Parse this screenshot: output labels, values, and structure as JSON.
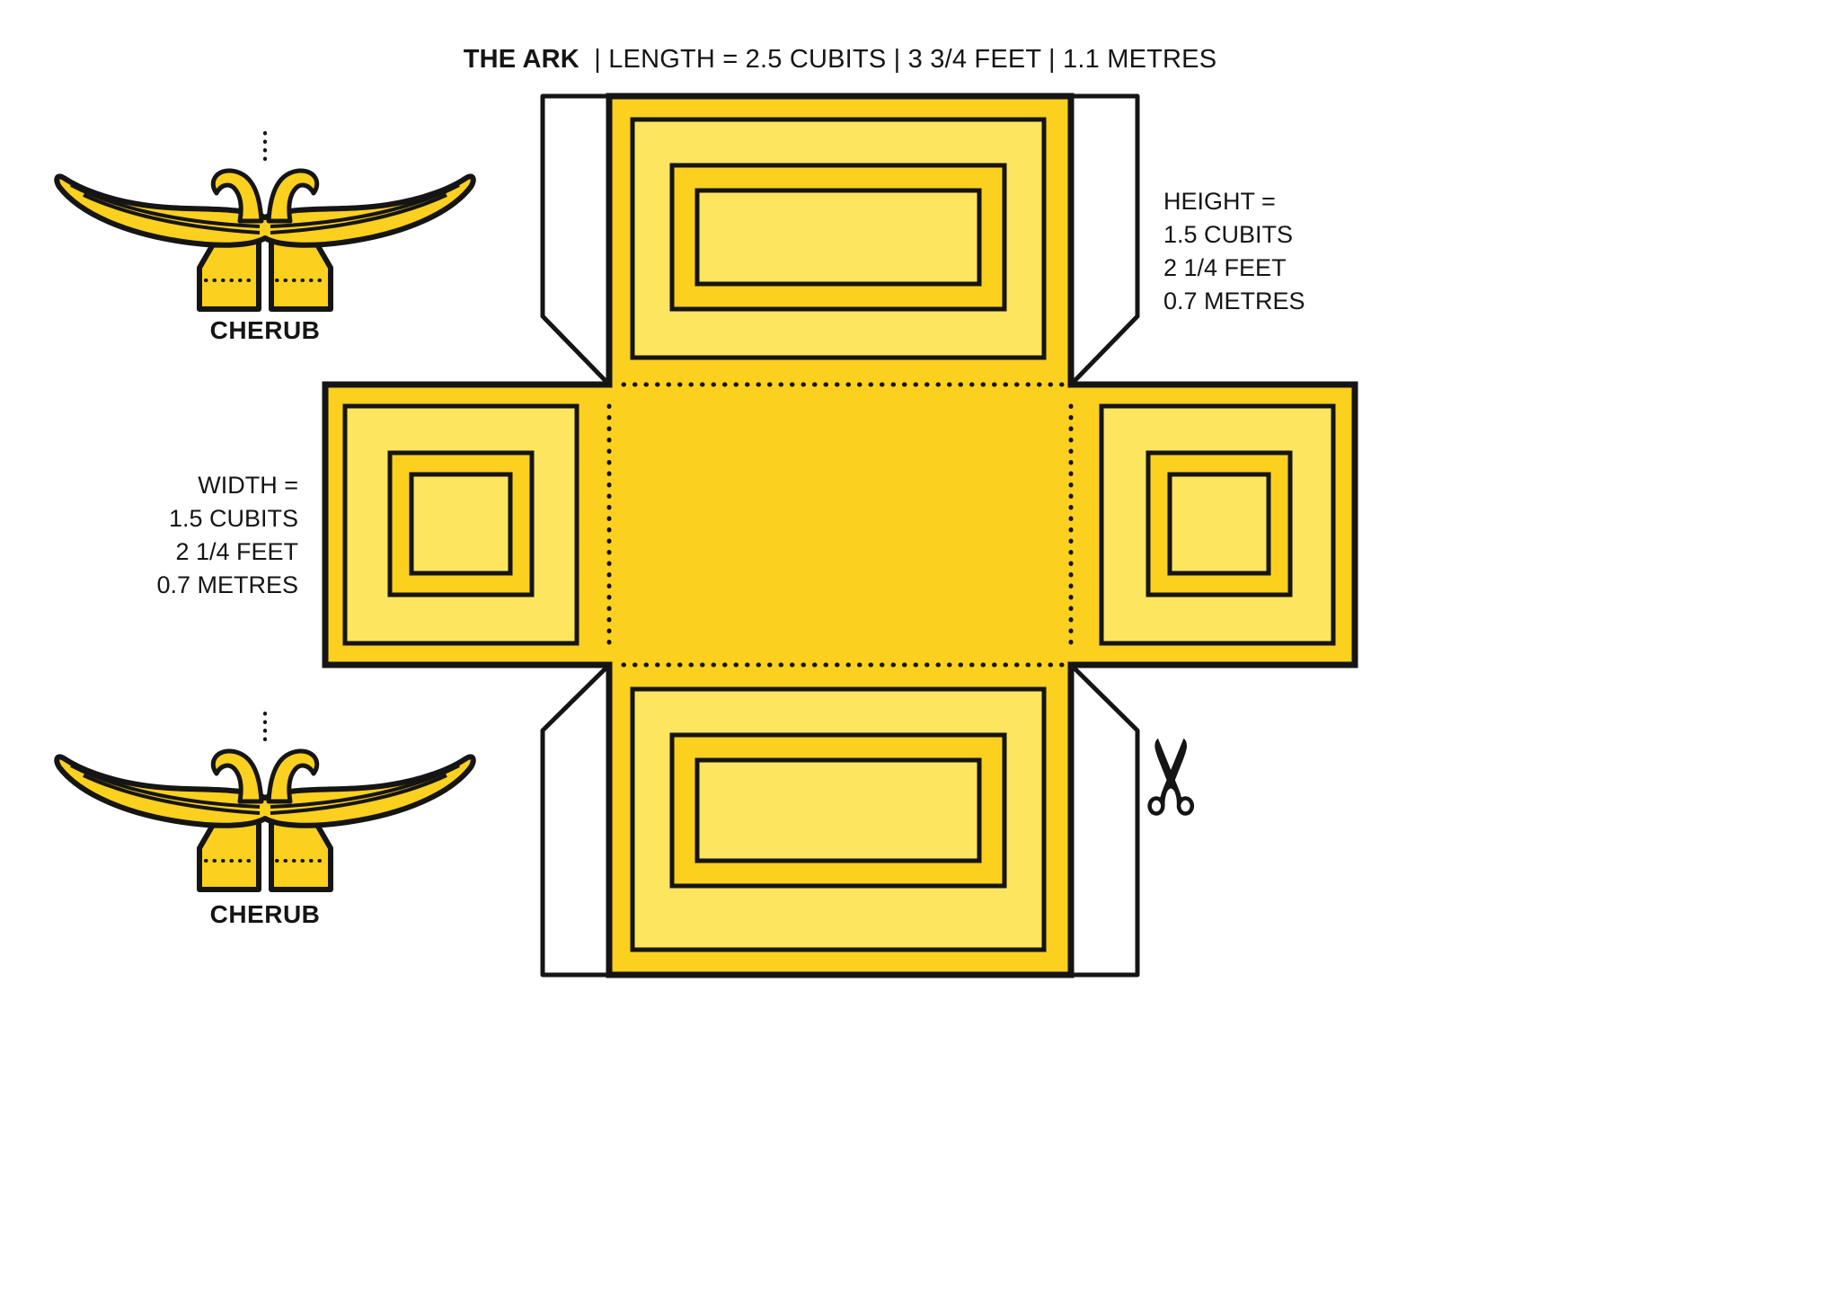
{
  "title": {
    "product": "THE ARK",
    "specs": "| LENGTH = 2.5 CUBITS | 3 3/4 FEET | 1.1 METRES"
  },
  "dimensions": {
    "height": {
      "lines": [
        "HEIGHT =",
        "1.5 CUBITS",
        "2 1/4 FEET",
        "0.7 METRES"
      ]
    },
    "width": {
      "lines": [
        "WIDTH =",
        "1.5 CUBITS",
        "2 1/4 FEET",
        "0.7 METRES"
      ]
    }
  },
  "cherubs": {
    "top_label": "CHERUB",
    "bottom_label": "CHERUB"
  },
  "icons": {
    "scissors": "✂"
  },
  "colors": {
    "gold": "#FCD01E",
    "gold_light": "#FEE55F",
    "outline": "#151515",
    "tab_white": "#FFFFFF"
  }
}
